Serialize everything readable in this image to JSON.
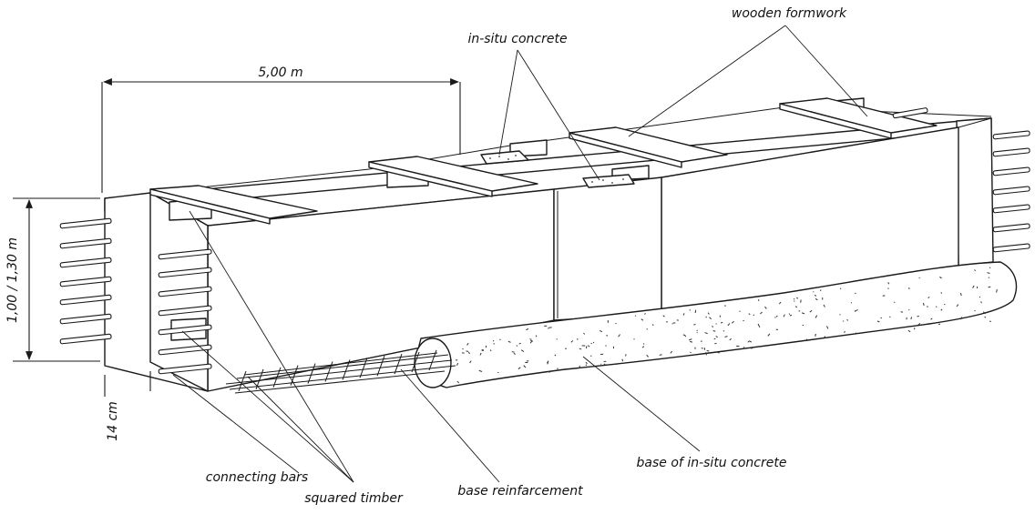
{
  "labels": {
    "wooden_formwork": "wooden formwork",
    "in_situ_concrete": "in-situ concrete",
    "length": "5,00 m",
    "height": "1,00 / 1,30 m",
    "thickness": "14 cm",
    "connecting_bars": "connecting bars",
    "squared_timber": "squared timber",
    "base_reinforcement": "base reinfarcement",
    "base_in_situ": "base of in-situ concrete"
  },
  "colors": {
    "ink": "#1a1a1a",
    "background": "#ffffff"
  }
}
